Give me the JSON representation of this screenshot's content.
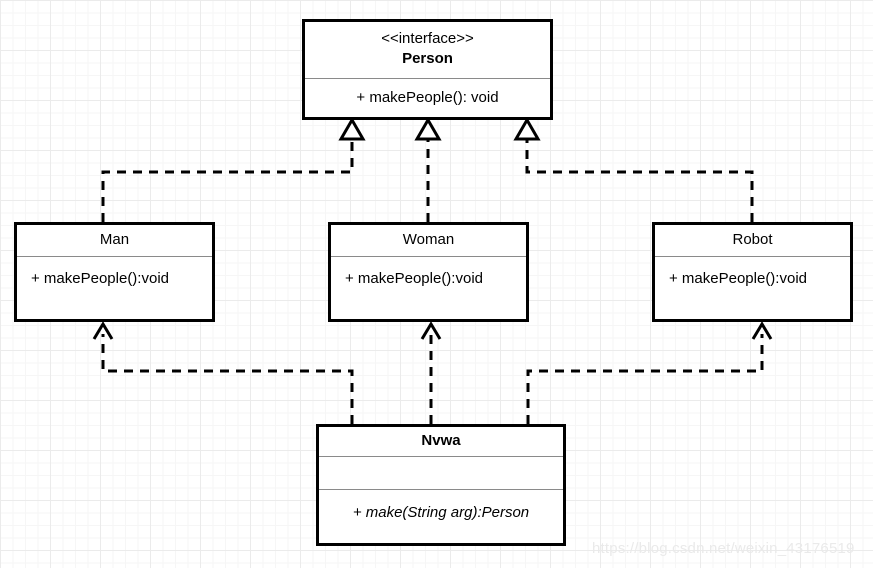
{
  "diagram": {
    "kind": "uml-class-diagram",
    "watermark": "https://blog.csdn.net/weixin_43176519",
    "colors": {
      "box_border": "#000000",
      "compartment_divider": "#8a8a8a",
      "edge": "#000000",
      "grid_minor": "#f6f6f6",
      "grid_major": "#ebebeb",
      "background": "#ffffff",
      "watermark": "#eaeaea"
    },
    "classes": {
      "person": {
        "stereotype": "<<interface>>",
        "name": "Person",
        "operations": [
          "+ makePeople(): void"
        ]
      },
      "man": {
        "name": "Man",
        "operations": [
          "+ makePeople():void"
        ]
      },
      "woman": {
        "name": "Woman",
        "operations": [
          "+ makePeople():void"
        ]
      },
      "robot": {
        "name": "Robot",
        "operations": [
          "+ makePeople():void"
        ]
      },
      "nvwa": {
        "name": "Nvwa",
        "attributes": [],
        "operations": [
          "+ make(String arg):Person"
        ]
      }
    },
    "relationships": [
      {
        "id": "man-realizes-person",
        "type": "realization",
        "source": "Man",
        "target": "Person",
        "line": "dashed",
        "arrowhead": "hollow-triangle"
      },
      {
        "id": "woman-realizes-person",
        "type": "realization",
        "source": "Woman",
        "target": "Person",
        "line": "dashed",
        "arrowhead": "hollow-triangle"
      },
      {
        "id": "robot-realizes-person",
        "type": "realization",
        "source": "Robot",
        "target": "Person",
        "line": "dashed",
        "arrowhead": "hollow-triangle"
      },
      {
        "id": "nvwa-depends-man",
        "type": "dependency",
        "source": "Nvwa",
        "target": "Man",
        "line": "dashed",
        "arrowhead": "open-arrow"
      },
      {
        "id": "nvwa-depends-woman",
        "type": "dependency",
        "source": "Nvwa",
        "target": "Woman",
        "line": "dashed",
        "arrowhead": "open-arrow"
      },
      {
        "id": "nvwa-depends-robot",
        "type": "dependency",
        "source": "Nvwa",
        "target": "Robot",
        "line": "dashed",
        "arrowhead": "open-arrow"
      }
    ]
  }
}
